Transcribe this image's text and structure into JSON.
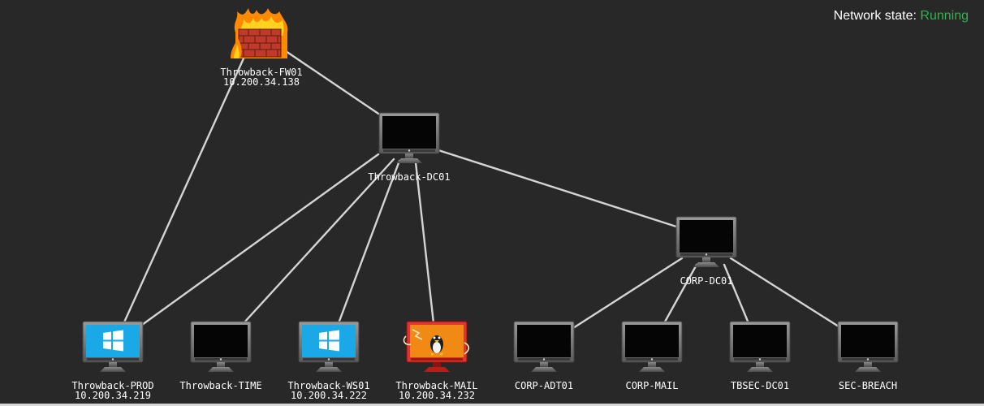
{
  "status": {
    "label": "Network state:",
    "value": "Running",
    "value_color": "#33b24f"
  },
  "nodes": {
    "fw01": {
      "name": "Throwback-FW01",
      "ip": "10.200.34.138",
      "icon": "firewall-icon"
    },
    "dc01": {
      "name": "Throwback-DC01",
      "icon": "monitor-icon"
    },
    "corpdc": {
      "name": "CORP-DC01",
      "icon": "monitor-icon"
    },
    "prod": {
      "name": "Throwback-PROD",
      "ip": "10.200.34.219",
      "icon": "windows-monitor-icon"
    },
    "time": {
      "name": "Throwback-TIME",
      "icon": "monitor-icon"
    },
    "ws01": {
      "name": "Throwback-WS01",
      "ip": "10.200.34.222",
      "icon": "windows-monitor-icon"
    },
    "mail": {
      "name": "Throwback-MAIL",
      "ip": "10.200.34.232",
      "icon": "linux-monitor-icon"
    },
    "adt01": {
      "name": "CORP-ADT01",
      "icon": "monitor-icon"
    },
    "cmail": {
      "name": "CORP-MAIL",
      "icon": "monitor-icon"
    },
    "tbsec": {
      "name": "TBSEC-DC01",
      "icon": "monitor-icon"
    },
    "breach": {
      "name": "SEC-BREACH",
      "icon": "monitor-icon"
    }
  },
  "edges": [
    [
      "fw01",
      "dc01"
    ],
    [
      "fw01",
      "prod"
    ],
    [
      "dc01",
      "corpdc"
    ],
    [
      "dc01",
      "prod"
    ],
    [
      "dc01",
      "time"
    ],
    [
      "dc01",
      "ws01"
    ],
    [
      "dc01",
      "mail"
    ],
    [
      "corpdc",
      "adt01"
    ],
    [
      "corpdc",
      "cmail"
    ],
    [
      "corpdc",
      "tbsec"
    ],
    [
      "corpdc",
      "breach"
    ]
  ]
}
